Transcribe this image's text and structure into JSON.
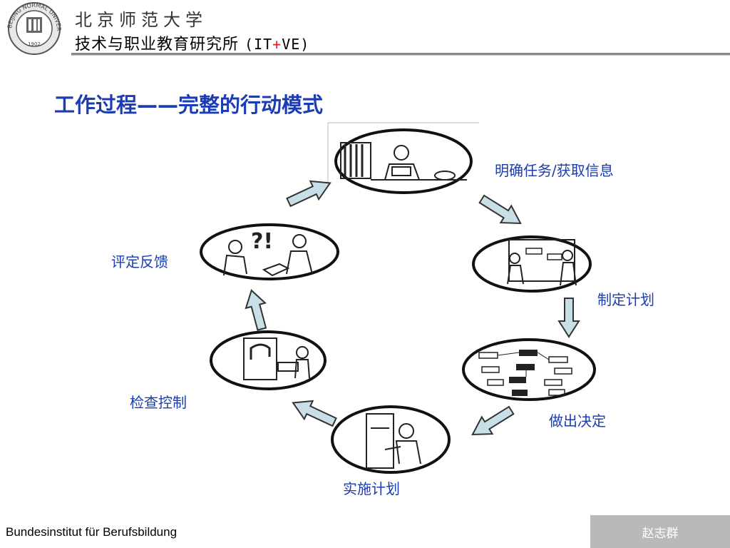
{
  "header": {
    "university": "北京师范大学",
    "logo_text": "BEIJING NORMAL UNIVERSITY",
    "logo_year": "1902",
    "institute": "技术与职业教育研究所",
    "paren_open": "(",
    "it": "IT",
    "plus": "+",
    "ve": "VE",
    "paren_close": ")"
  },
  "title": "工作过程——完整的行动模式",
  "steps": [
    {
      "label": "明确任务/获取信息",
      "icon": "reading-person-icon"
    },
    {
      "label": "制定计划",
      "icon": "planning-board-icon"
    },
    {
      "label": "做出决定",
      "icon": "decision-chart-icon"
    },
    {
      "label": "实施计划",
      "icon": "working-person-icon"
    },
    {
      "label": "检查控制",
      "icon": "inspection-icon"
    },
    {
      "label": "评定反馈",
      "icon": "discussion-icon"
    }
  ],
  "footer": {
    "left": "Bundesinstitut für Berufsbildung",
    "right": "赵志群"
  },
  "colors": {
    "title": "#1c3cb4",
    "label": "#1a3cb0",
    "arrow_fill": "#c8dfe8",
    "plus": "#e02020",
    "footer_box": "#b9b9b9"
  }
}
